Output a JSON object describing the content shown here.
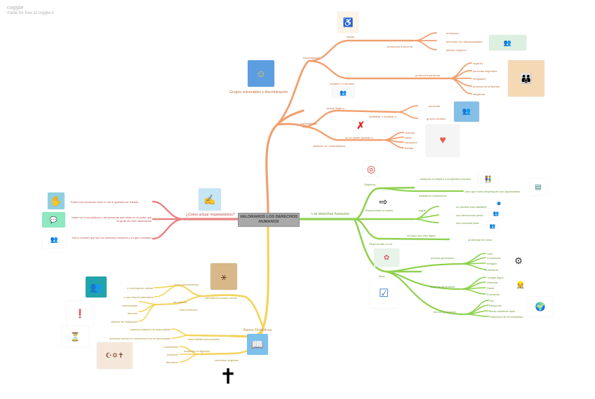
{
  "brand": {
    "name": "coggle",
    "tagline": "made for free at coggle.it"
  },
  "center": {
    "title": "VALORAMOS LOS DERECHOS HUMANOS"
  },
  "colors": {
    "orange": "#f0a070",
    "green": "#8fd14f",
    "red": "#e88282",
    "yellow": "#f3d35a",
    "center_bg": "#a9a9a9"
  },
  "branches": {
    "grupos": {
      "label": "Grupos vulnerables y discriminación",
      "especificidad": {
        "label": "Especificidad",
        "fisicas": "físicas",
        "proteccion_a_favor": "protección a favor de",
        "a_favor_items": [
          "la infancia",
          "personas con discapacidades",
          "adultos mayores"
        ],
        "sociales": "sociales o culturales",
        "proteccion_particular": "proteccion particular",
        "particular_items": [
          "mujeres",
          "personas migrantes",
          "refugiados",
          "privados de la libertad",
          "indígenas"
        ]
      },
      "vulnerabilidad": {
        "label": "Vulnerabilidad",
        "puede_llegar": "puede llegar a",
        "inhabilitar": "inhabilitar o invalidar a",
        "inhabilitar_items": [
          "personas",
          "grupos sociales"
        ],
        "situacion": "situación de vulnerabilidad",
        "no_acceder": "no se puede acceder a",
        "acceso_items": [
          "vivienda",
          "salud",
          "educación",
          "trabajo"
        ]
      }
    },
    "derechos": {
      "label": "Los derechos humanos",
      "objetivos": "Objetivos",
      "asegurar": "asegurar el respeto a la dignidad humana",
      "establecer": "establecer condiciones",
      "para_que": "para que todos desplieguen sus capacidades",
      "medio": "Representan un medio",
      "lograr": "lograr",
      "lograr_items": [
        "un planeta mas habitable",
        "una democracia plena",
        "una sociedad justa"
      ],
      "fin": "Representan un fin",
      "vida_digna": "se logra una vida digna",
      "disfrutar": "al disfrutar de estos",
      "tipos": "Tipos",
      "primera": "primera generación",
      "primera_items": [
        "Vida",
        "Conciencia",
        "Religión",
        "Enseñanza"
      ],
      "segunda": "segunda generación",
      "segunda_items": [
        "Trabajo digno",
        "Vivienda",
        "Salud",
        "Educación"
      ],
      "tercera": "tercera generación",
      "tercera_items": [
        "Paz",
        "Desarrollo",
        "Medio ambiente sano",
        "Patrimonio de la humanidad"
      ]
    },
    "actuar": {
      "label": "¿Cómo actuar respetandolos?",
      "items": [
        "Tratar a las personas como a uno le gustaría ser tratado.",
        "Hacer ver a los políticos o las personas que están en el poder que la gente les está observando",
        "Dar a conocer qué son los derechos humanos y en qué consisten"
      ]
    },
    "bases": {
      "label": "Bases Filosóficas",
      "naturaleza": "naturaleza humana común",
      "pertenecemos": "todos pertenecemos",
      "pertenecemos_items": [
        "a una especie animal",
        "a una misma naturaleza"
      ],
      "tenemos": "todos tenemos",
      "mismas": "las mismas",
      "mismas_items": [
        "necesidades",
        "temores",
        "deseos de realización"
      ],
      "racionalidad": "racionalidad comunicativa",
      "racionalidad_items": [
        "estamos dotados de racionalidad",
        "debemos actuar en coherencia con la racionalidad"
      ],
      "creencias": "creencias religiosas",
      "sustentan": "sustentan la dignidad",
      "religion_items": [
        "cristianismo",
        "judaísmo",
        "islamismo"
      ]
    }
  }
}
